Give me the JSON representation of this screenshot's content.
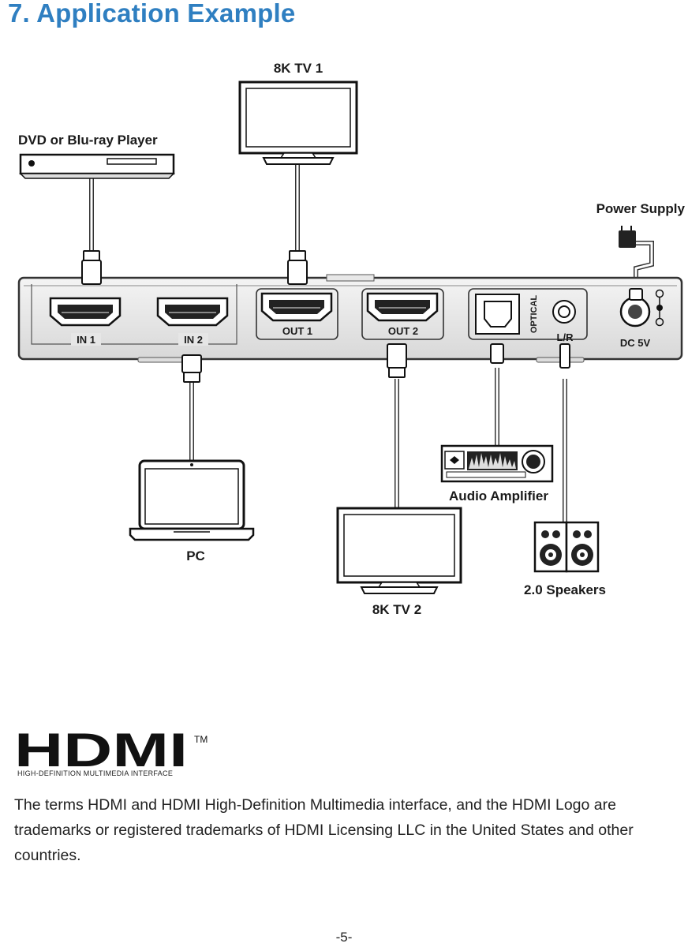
{
  "heading": "7. Application Example",
  "devices": {
    "tv1": "8K TV 1",
    "dvd": "DVD or Blu-ray Player",
    "power": "Power Supply",
    "pc": "PC",
    "amp": "Audio Amplifier",
    "speakers": "2.0 Speakers",
    "tv2": "8K TV 2"
  },
  "ports": {
    "in1": "IN 1",
    "in2": "IN 2",
    "out1": "OUT 1",
    "out2": "OUT 2",
    "optical": "OPTICAL",
    "lr": "L/R",
    "dc": "DC 5V"
  },
  "logo": {
    "wordmark": "HDMI",
    "tm": "TM",
    "tagline": "HIGH-DEFINITION MULTIMEDIA INTERFACE"
  },
  "trademark_note": "The terms HDMI and HDMI High-Definition Multimedia interface, and the HDMI Logo are trademarks or registered trademarks of HDMI Licensing LLC in the United States and other countries.",
  "page_number": "-5-"
}
